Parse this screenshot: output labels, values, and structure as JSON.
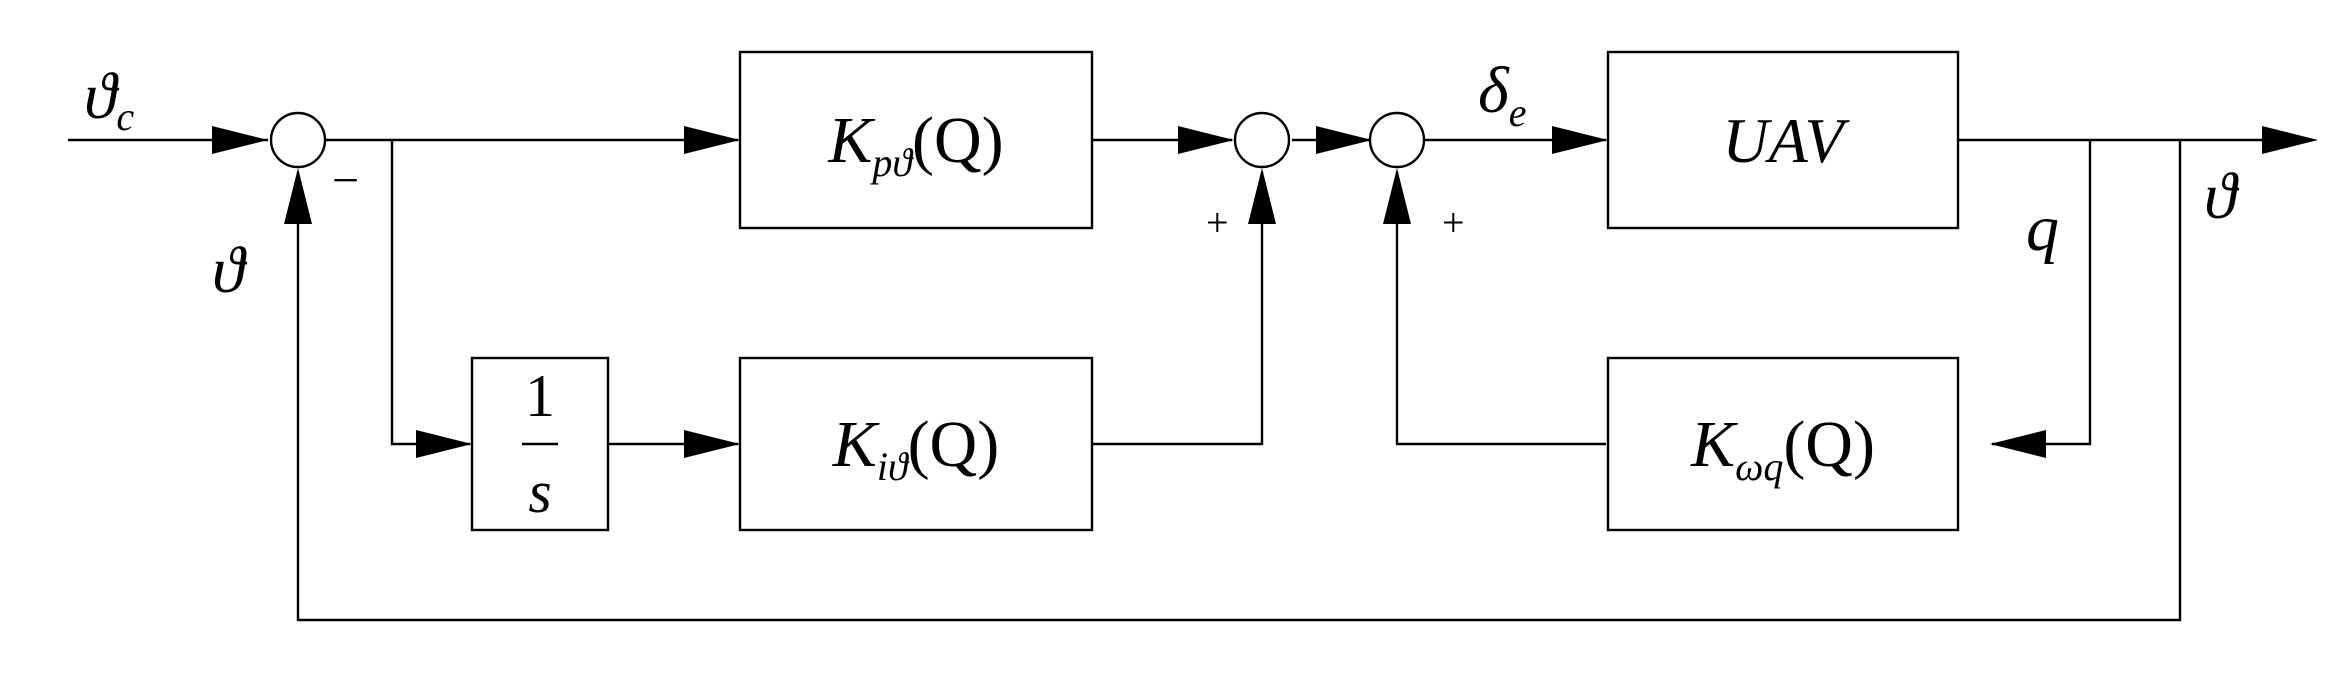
{
  "blocks": {
    "kp": {
      "main": "K",
      "sub": "pϑ",
      "arg": "(Q)"
    },
    "ki": {
      "main": "K",
      "sub": "iϑ",
      "arg": "(Q)"
    },
    "kw": {
      "main": "K",
      "sub": "ωq",
      "arg": "(Q)"
    },
    "integrator": {
      "num": "1",
      "den": "s"
    },
    "uav": {
      "label": "UAV"
    }
  },
  "signals": {
    "theta_c": {
      "main": "ϑ",
      "sub": "c"
    },
    "theta_fb": "ϑ",
    "theta_out": "ϑ",
    "delta_e": {
      "main": "δ",
      "sub": "e"
    },
    "q": "q"
  },
  "signs": {
    "minus": "−",
    "plus_kp_sum": "+",
    "plus_inner": "+"
  }
}
